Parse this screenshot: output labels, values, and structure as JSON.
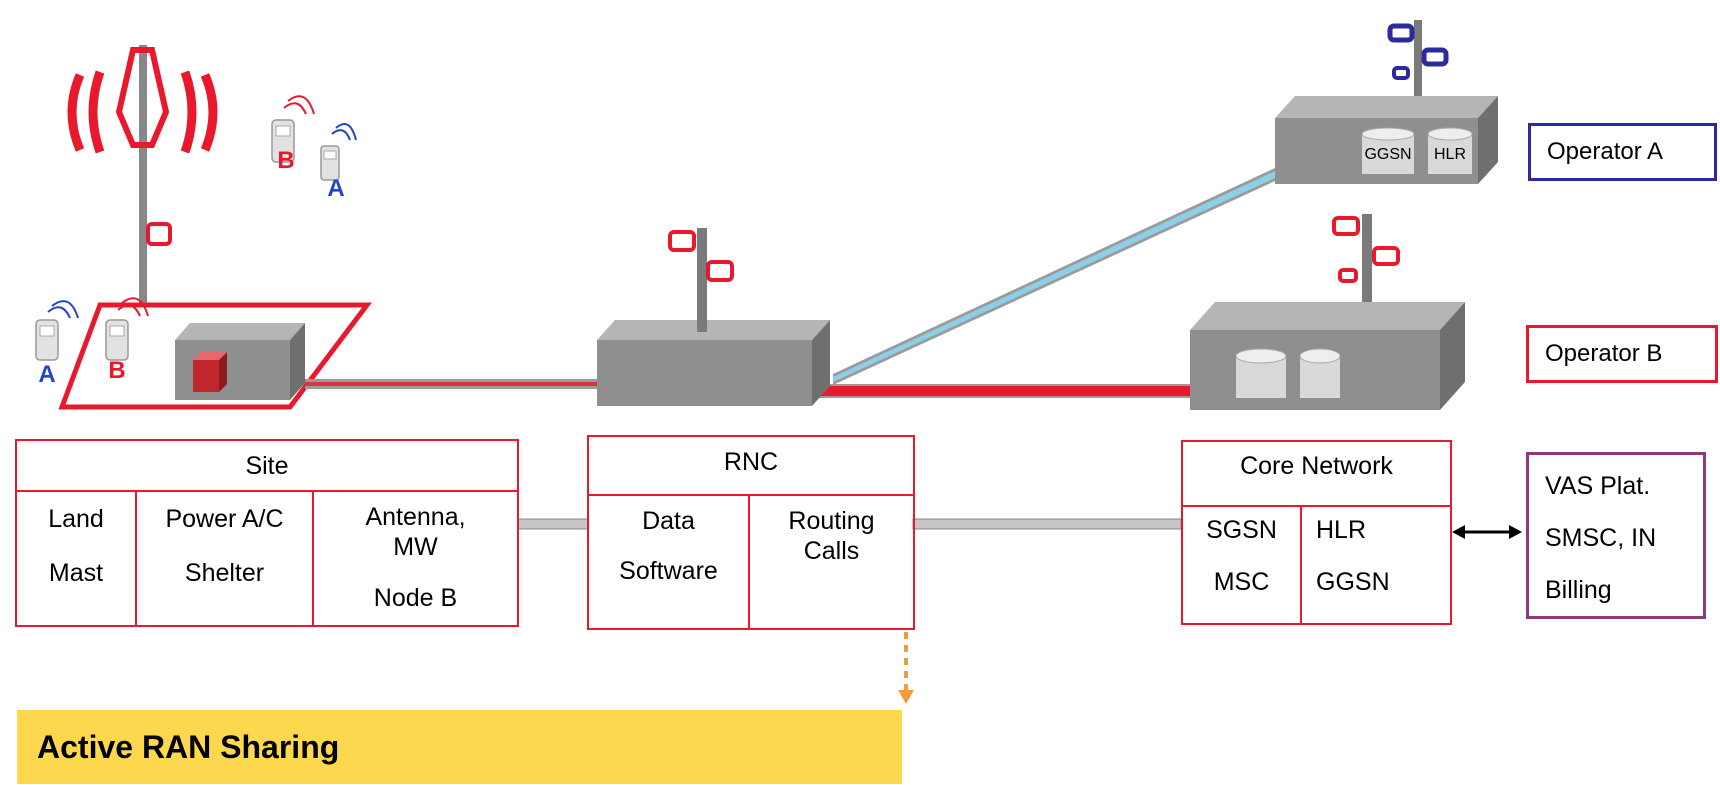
{
  "site": {
    "title": "Site",
    "col1": [
      "Land",
      "Mast"
    ],
    "col2": [
      "Power A/C",
      "Shelter"
    ],
    "col3": [
      "Antenna,",
      "MW",
      "Node B"
    ]
  },
  "rnc": {
    "title": "RNC",
    "col1": [
      "Data",
      "Software"
    ],
    "col2": [
      "Routing",
      "Calls"
    ]
  },
  "core": {
    "title": "Core Network",
    "col1": [
      "SGSN",
      "MSC"
    ],
    "col2": [
      "HLR",
      "GGSN"
    ]
  },
  "vas": [
    "VAS Plat.",
    "SMSC, IN",
    "Billing"
  ],
  "operators": [
    "Operator A",
    "Operator B"
  ],
  "handset_labels": {
    "a": "A",
    "b": "B"
  },
  "server_labels": [
    "GGSN",
    "HLR"
  ],
  "banner": "Active RAN Sharing",
  "colors": {
    "operator_a": "#2b2b9e",
    "operator_b": "#e8192c",
    "vas_border": "#8b3a7a",
    "link_a": "#8ecfe8",
    "banner_bg": "#fdd84f",
    "arrow": "#f39a3c"
  }
}
